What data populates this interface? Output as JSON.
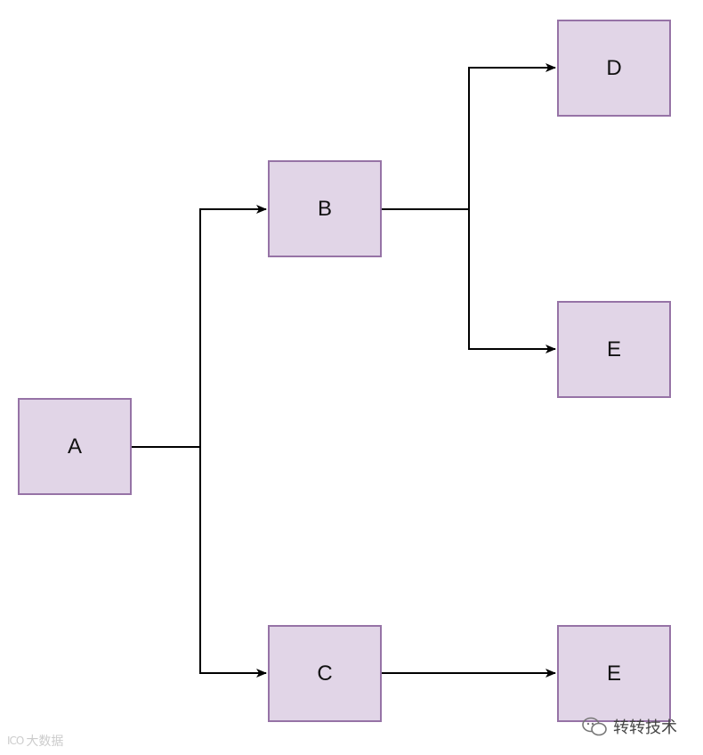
{
  "nodes": {
    "a": "A",
    "b": "B",
    "c": "C",
    "d": "D",
    "e1": "E",
    "e2": "E"
  },
  "colors": {
    "node_fill": "#e1d5e7",
    "node_border": "#9673a6",
    "edge": "#000000"
  },
  "watermarks": {
    "left": "大数据",
    "right": "转转技术"
  }
}
